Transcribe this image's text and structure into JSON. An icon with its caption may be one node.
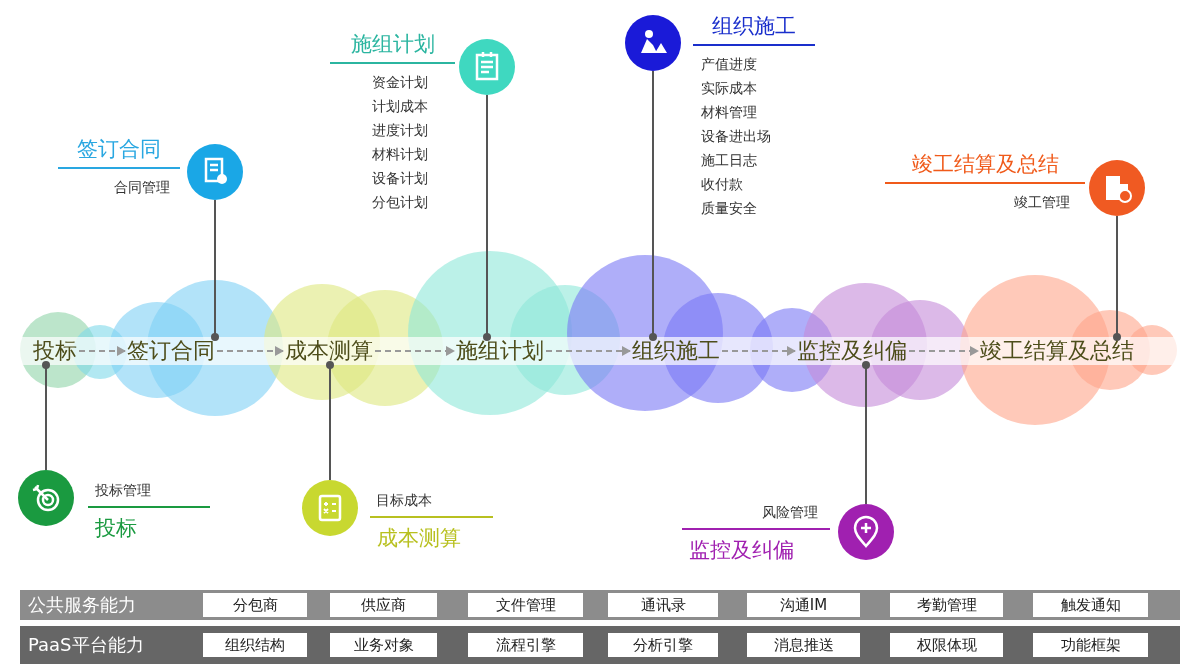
{
  "diagram": {
    "nodes": [
      {
        "text": [
          "投标"
        ]
      },
      {
        "text": [
          "签订合同"
        ]
      },
      {
        "text": [
          "成本测算"
        ]
      },
      {
        "text": [
          "施组计划"
        ]
      },
      {
        "text": [
          "组织施工"
        ]
      },
      {
        "text": [
          "监控及纠偏"
        ]
      },
      {
        "text": [
          "竣工结算及总结"
        ]
      },
      {
        "text": [
          "签订合同",
          "合同管理"
        ]
      },
      {
        "text": [],
        "shape": "circle"
      },
      {
        "text": [
          "施组计划",
          "资金计划",
          "计划成本",
          "进度计划",
          "材料计划",
          "设备计划",
          "分包计划"
        ]
      },
      {
        "text": [],
        "shape": "circle"
      },
      {
        "text": [
          "组织施工",
          "产值进度",
          "实际成本",
          "材料管理",
          "设备进出场",
          "施工日志",
          "收付款",
          "质量安全"
        ]
      },
      {
        "text": [],
        "shape": "circle"
      },
      {
        "text": [
          "竣工结算及总结",
          "竣工管理"
        ]
      },
      {
        "text": [],
        "shape": "circle"
      },
      {
        "text": [
          "投标管理",
          "投标"
        ]
      },
      {
        "text": [],
        "shape": "circle"
      },
      {
        "text": [
          "目标成本",
          "成本测算"
        ]
      },
      {
        "text": [],
        "shape": "circle"
      },
      {
        "text": [
          "风险管理",
          "监控及纠偏"
        ]
      },
      {
        "text": [],
        "shape": "circle"
      }
    ],
    "edges": [
      {
        "from": 0,
        "to": 1,
        "arrow": "to",
        "style": "dashed",
        "color": "#999999"
      },
      {
        "from": 1,
        "to": 2,
        "arrow": "to",
        "style": "dashed",
        "color": "#999999"
      },
      {
        "from": 2,
        "to": 3,
        "arrow": "to",
        "style": "dashed",
        "color": "#999999"
      },
      {
        "from": 3,
        "to": 4,
        "arrow": "to",
        "style": "dashed",
        "color": "#999999"
      },
      {
        "from": 4,
        "to": 5,
        "arrow": "to",
        "style": "dashed",
        "color": "#999999"
      },
      {
        "from": 5,
        "to": 6,
        "arrow": "to",
        "style": "dashed",
        "color": "#999999"
      },
      {
        "from": 8,
        "to": 1,
        "arrow": "other"
      },
      {
        "from": 10,
        "to": 3,
        "arrow": "other"
      },
      {
        "from": 12,
        "to": 4,
        "arrow": "other"
      },
      {
        "from": 14,
        "to": 6,
        "arrow": "other"
      },
      {
        "from": 16,
        "to": 0,
        "arrow": "other"
      },
      {
        "from": 18,
        "to": 2,
        "arrow": "other"
      },
      {
        "from": 20,
        "to": 5,
        "arrow": "other"
      }
    ],
    "labels": [
      "公共服务能力",
      "分包商",
      "供应商",
      "文件管理",
      "通讯录",
      "沟通IM",
      "考勤管理",
      "触发通知",
      "PaaS平台能力",
      "组织结构",
      "业务对象",
      "流程引擎",
      "分析引擎",
      "消息推送",
      "权限体现",
      "功能框架"
    ]
  }
}
